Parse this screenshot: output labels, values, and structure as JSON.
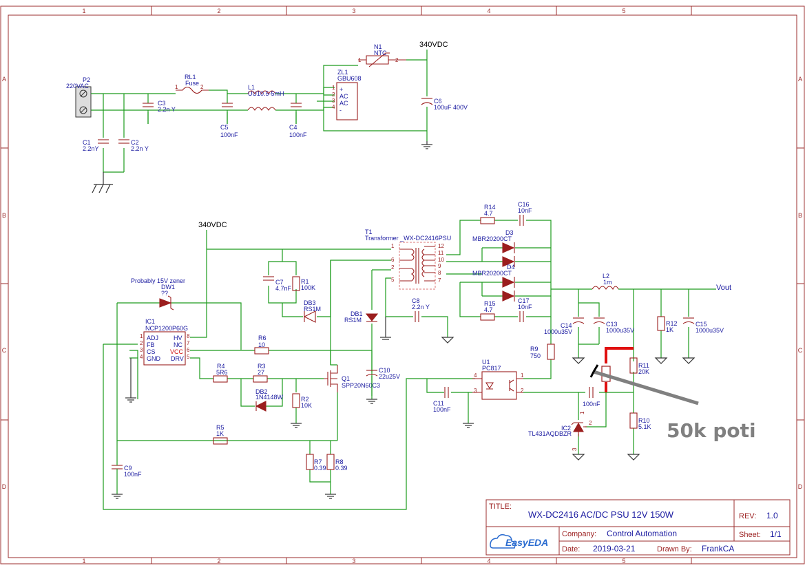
{
  "frame": {
    "columns": [
      "1",
      "2",
      "3",
      "4",
      "5"
    ],
    "rows": [
      "A",
      "B",
      "C",
      "D"
    ]
  },
  "nets": {
    "hv_top": "340VDC",
    "hv_mid": "340VDC",
    "vout": "Vout"
  },
  "components": {
    "P2": {
      "ref": "P2",
      "value": "220VAC"
    },
    "RL1": {
      "ref": "RL1",
      "value": "Fuse",
      "pin1": "1",
      "pin2": "2"
    },
    "L1": {
      "ref": "L1",
      "value": "UU10.5-5mH"
    },
    "N1": {
      "ref": "N1",
      "value": "NTC",
      "pin1": "1",
      "pin2": "2"
    },
    "ZL1": {
      "ref": "ZL1",
      "value": "GBU608",
      "p1": "1",
      "p2": "2",
      "p3": "3",
      "p4": "4",
      "plus": "+",
      "ac1": "AC",
      "ac2": "AC",
      "minus": "-"
    },
    "C3": {
      "ref": "C3",
      "value": "2.2n Y"
    },
    "C5": {
      "ref": "C5",
      "value": "100nF"
    },
    "C4": {
      "ref": "C4",
      "value": "100nF"
    },
    "C6": {
      "ref": "C6",
      "value": "100uF 400V"
    },
    "C1": {
      "ref": "C1",
      "value": "2.2nY"
    },
    "C2": {
      "ref": "C2",
      "value": "2.2n Y"
    },
    "T1": {
      "ref": "T1",
      "value": "Transformer _WX-DC2416PSU",
      "pins": [
        "1",
        "6",
        "2",
        "5",
        "12",
        "11",
        "10",
        "9",
        "8",
        "7"
      ]
    },
    "C7": {
      "ref": "C7",
      "value": "4.7nF"
    },
    "R1": {
      "ref": "R1",
      "value": "100K"
    },
    "DB3": {
      "ref": "DB3",
      "value": "RS1M"
    },
    "DB1": {
      "ref": "DB1",
      "value": "RS1M"
    },
    "C8": {
      "ref": "C8",
      "value": "2.2n Y"
    },
    "R14": {
      "ref": "R14",
      "value": "4.7"
    },
    "C16": {
      "ref": "C16",
      "value": "10nF"
    },
    "D3": {
      "ref": "D3",
      "value": "MBR20200CT"
    },
    "D4": {
      "ref": "D4",
      "value": "MBR20200CT"
    },
    "R15": {
      "ref": "R15",
      "value": "4.7"
    },
    "C17": {
      "ref": "C17",
      "value": "10nF"
    },
    "L2": {
      "ref": "L2",
      "value": "1m"
    },
    "C14": {
      "ref": "C14",
      "value": "1000u35V"
    },
    "C13": {
      "ref": "C13",
      "value": "1000u35V"
    },
    "R12": {
      "ref": "R12",
      "value": "1K"
    },
    "C15": {
      "ref": "C15",
      "value": "1000u35V"
    },
    "DW1": {
      "ref": "DW1",
      "value": "??",
      "note": "Probably 15V zener"
    },
    "IC1": {
      "ref": "IC1",
      "value": "NCP1200P60G",
      "pins_l": [
        {
          "n": "1",
          "t": "ADJ"
        },
        {
          "n": "2",
          "t": "FB"
        },
        {
          "n": "3",
          "t": "CS"
        },
        {
          "n": "4",
          "t": "GND"
        }
      ],
      "pins_r": [
        {
          "n": "8",
          "t": "HV"
        },
        {
          "n": "7",
          "t": "NC"
        },
        {
          "n": "6",
          "t": "VCC"
        },
        {
          "n": "5",
          "t": "DRV"
        }
      ]
    },
    "R6": {
      "ref": "R6",
      "value": "10"
    },
    "R4": {
      "ref": "R4",
      "value": "5R6"
    },
    "R3": {
      "ref": "R3",
      "value": "27"
    },
    "DB2": {
      "ref": "DB2",
      "value": "1N4148W"
    },
    "R2": {
      "ref": "R2",
      "value": "10K"
    },
    "Q1": {
      "ref": "Q1",
      "value": "SPP20N60C3"
    },
    "C10": {
      "ref": "C10",
      "value": "22u25V"
    },
    "R5": {
      "ref": "R5",
      "value": "1K"
    },
    "C9": {
      "ref": "C9",
      "value": "100nF"
    },
    "R7": {
      "ref": "R7",
      "value": "0.39"
    },
    "R8": {
      "ref": "R8",
      "value": "0.39"
    },
    "R9": {
      "ref": "R9",
      "value": "750"
    },
    "U1": {
      "ref": "U1",
      "value": "PC817",
      "p1": "1",
      "p2": "2",
      "p3": "3",
      "p4": "4"
    },
    "C11": {
      "ref": "C11",
      "value": "100nF"
    },
    "C12": {
      "value": "100nF"
    },
    "IC2": {
      "ref": "IC2",
      "value": "TL431AQDBZR",
      "p1": "1",
      "p2": "2",
      "p3": "3"
    },
    "R11": {
      "ref": "R11",
      "value": "20K"
    },
    "R10": {
      "ref": "R10",
      "value": "5.1K"
    }
  },
  "annotation": {
    "text": "50k poti",
    "color": "#e01010",
    "pointer_color": "#808080"
  },
  "title_block": {
    "title_label": "TITLE:",
    "title": "WX-DC2416 AC/DC PSU 12V 150W",
    "rev_label": "REV:",
    "rev": "1.0",
    "company_label": "Company:",
    "company": "Control Automation",
    "sheet_label": "Sheet:",
    "sheet": "1/1",
    "date_label": "Date:",
    "date": "2019-03-21",
    "drawn_label": "Drawn By:",
    "drawn_by": "FrankCA",
    "logo": "EasyEDA"
  },
  "colors": {
    "wire": "#1c9b1c",
    "component": "#9b1e1e",
    "label": "#1a1aa0",
    "frame": "#9b2d2d"
  }
}
